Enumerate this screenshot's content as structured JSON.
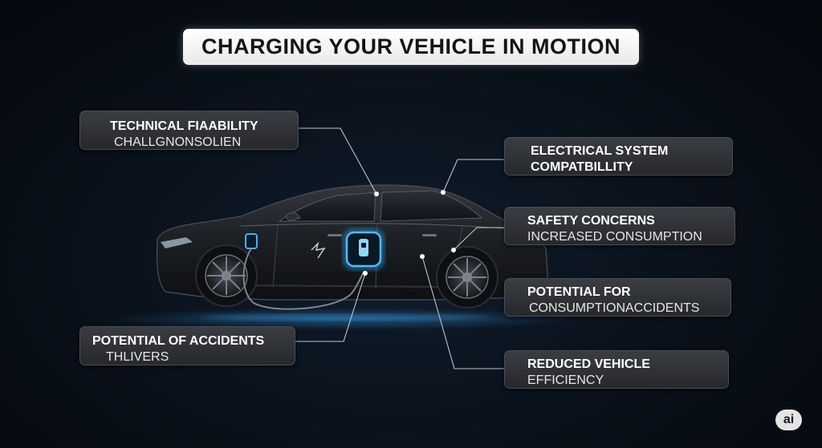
{
  "title": "CHARGING YOUR VEHICLE IN MOTION",
  "labels": {
    "technical": {
      "line1": "TECHNICAL FIAABILITY",
      "line2": "CHALLGNONSOLIEN"
    },
    "accidents": {
      "line1": "POTENTIAL OF ACCIDENTS",
      "line2": "THLIVERS"
    },
    "electrical": {
      "line1": "ELECTRICAL SYSTEM",
      "line2": "COMPATBILLITY"
    },
    "safety": {
      "line1": "SAFETY CONCERNS",
      "line2": "INCREASED CONSUMPTION"
    },
    "potential": {
      "line1": "POTENTIAL FOR",
      "line2": "CONSUMPTIONACCIDENTS"
    },
    "reduced": {
      "line1": "REDUCED VEHICLE",
      "line2": "EFFICIENCY"
    }
  },
  "badge": "ai",
  "colors": {
    "background": "#0a121c",
    "label_box": "#2f3236",
    "charge_glow": "#2aa8ff",
    "car_body": "#1c1e22",
    "leader_line": "#bfc4ca"
  }
}
